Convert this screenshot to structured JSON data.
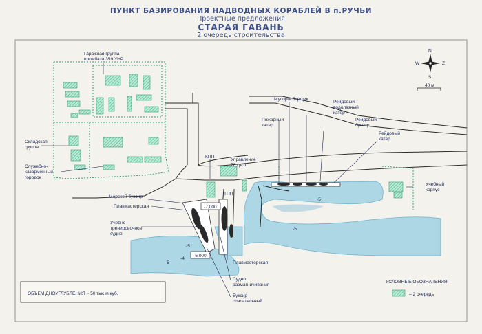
{
  "title": {
    "line1": "ПУНКТ БАЗИРОВАНИЯ НАДВОДНЫХ КОРАБЛЕЙ В п.РУЧЬИ",
    "line2": "Проектные предложения",
    "line3": "СТАРАЯ ГАВАНЬ",
    "line4": "2 очередь строительства"
  },
  "compass": {
    "n": "N",
    "s": "S",
    "w": "W",
    "e": "Z"
  },
  "scale_label": "40 м",
  "labels": {
    "garage": [
      "Гаражная группа,",
      "промбаза 359 УНР"
    ],
    "warehouse": [
      "Складская",
      "группа"
    ],
    "barracks": [
      "Служебно-",
      "казарменный",
      "городок"
    ],
    "kpp": "КПП",
    "management": [
      "Управление",
      "78 грсо"
    ],
    "tpp": "ТПП",
    "garbage": "Мусоросборщик",
    "fireboat": [
      "Пожарный",
      "катер"
    ],
    "diving": [
      "Рейдовый",
      "водолазный",
      "катер"
    ],
    "tug_raid": [
      "Рейдовый",
      "буксир"
    ],
    "boat_raid": [
      "Рейдовый",
      "катер"
    ],
    "training_building": [
      "Учебный",
      "корпус"
    ],
    "sea_tug": "Морской буксир",
    "floating_workshop": "Плавмастерская",
    "training_ship": [
      "Учебно-",
      "тренировочное",
      "судно"
    ],
    "floating_workshop2": "Плавмастерская",
    "degauss": [
      "Судно",
      "размагничивания"
    ],
    "rescue_tug": [
      "Буксир",
      "спасательный"
    ],
    "depth_7000": "-7,000",
    "depth_6000": "-6,000",
    "contour_5": "-5",
    "contour_4": "-4"
  },
  "dredging_box": "ОБЪЕМ ДНОУГЛУБЛЕНИЯ ~ 50 тыс.м куб.",
  "legend": {
    "title": "УСЛОВНЫЕ ОБОЗНАЧЕНИЯ",
    "item": "– 2 очередь"
  },
  "colors": {
    "water": "#aed7e6",
    "water_edge": "#6fb3cd",
    "build": "#8fdcbf",
    "road": "#2b2b2b",
    "fence": "#2f9e74",
    "text": "#1e2a55",
    "title": "#3d4f86"
  }
}
